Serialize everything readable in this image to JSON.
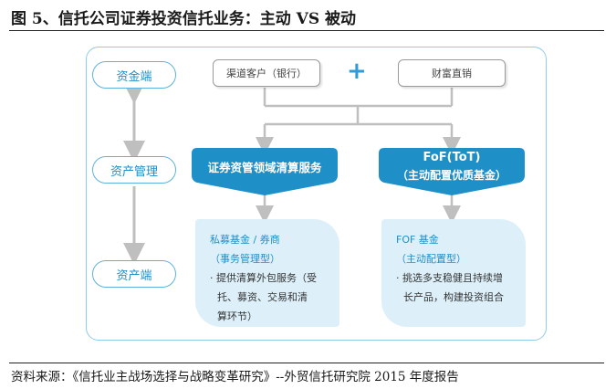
{
  "figure": {
    "title": "图 5、信托公司证券投资信托业务：主动 VS 被动",
    "source": "资料来源：《信托业主战场选择与战略变革研究》--外贸信托研究院 2015 年度报告"
  },
  "left_column": {
    "capital_side": "资金端",
    "asset_management": "资产管理",
    "asset_side": "资产端"
  },
  "top_row": {
    "channel_clients": "渠道客户（银行）",
    "plus": "+",
    "wealth_direct_sales": "财富直销"
  },
  "middle_row": {
    "passive": "证券资管领域清算服务",
    "active_line1": "FoF(ToT)",
    "active_line2": "（主动配置优质基金）"
  },
  "bottom_row": {
    "passive": {
      "title": "私募基金 / 券商",
      "subtitle": "（事务管理型）",
      "bullet_lines": [
        "· 提供清算外包服务（受",
        "托、募资、交易和清",
        "算环节）"
      ]
    },
    "active": {
      "title": "FOF 基金",
      "subtitle": "（主动配置型）",
      "bullet_lines": [
        "· 挑选多支稳健且持续增",
        "长产品，构建投资组合"
      ]
    }
  },
  "colors": {
    "accent_blue": "#1f8fc8",
    "frame_blue": "#8ecbe8",
    "panel_fill": "#ddf0fa",
    "connector_gray": "#bfbfbf"
  }
}
